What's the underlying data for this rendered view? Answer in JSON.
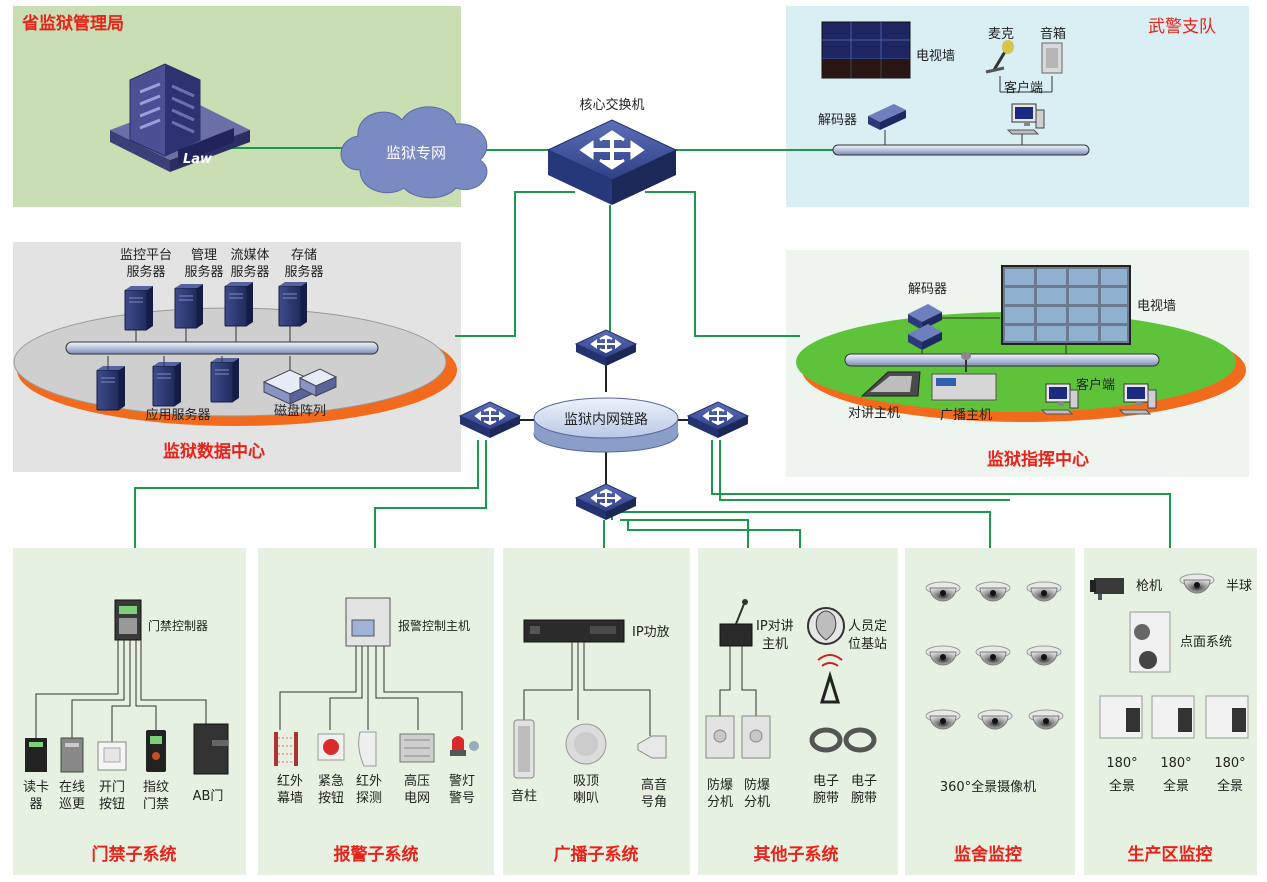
{
  "panels": {
    "province": "省监狱管理局",
    "police": "武警支队",
    "datacenter": "监狱数据中心",
    "command": "监狱指挥中心"
  },
  "network": {
    "private_net": "监狱专网",
    "core_switch": "核心交换机",
    "intranet": "监狱内网链路",
    "law_logo": "Law"
  },
  "police": {
    "video_wall": "电视墙",
    "decoder": "解码器",
    "mic": "麦克",
    "speaker": "音箱",
    "client": "客户端"
  },
  "datacenter": {
    "servers": [
      {
        "line1": "监控平台",
        "line2": "服务器"
      },
      {
        "line1": "管理",
        "line2": "服务器"
      },
      {
        "line1": "流媒体",
        "line2": "服务器"
      },
      {
        "line1": "存储",
        "line2": "服务器"
      }
    ],
    "app_server": "应用服务器",
    "disk_array": "磁盘阵列"
  },
  "command": {
    "decoder": "解码器",
    "video_wall": "电视墙",
    "client": "客户端",
    "intercom_host": "对讲主机",
    "broadcast_host": "广播主机"
  },
  "subsystems": {
    "access": {
      "title": "门禁子系统",
      "controller": "门禁控制器",
      "devices": [
        {
          "line1": "读卡",
          "line2": "器"
        },
        {
          "line1": "在线",
          "line2": "巡更"
        },
        {
          "line1": "开门",
          "line2": "按钮"
        },
        {
          "line1": "指纹",
          "line2": "门禁"
        },
        {
          "line1": "AB门",
          "line2": ""
        }
      ]
    },
    "alarm": {
      "title": "报警子系统",
      "controller": "报警控制主机",
      "devices": [
        {
          "line1": "红外",
          "line2": "幕墙"
        },
        {
          "line1": "紧急",
          "line2": "按钮"
        },
        {
          "line1": "红外",
          "line2": "探测"
        },
        {
          "line1": "高压",
          "line2": "电网"
        },
        {
          "line1": "警灯",
          "line2": "警号"
        }
      ]
    },
    "broadcast": {
      "title": "广播子系统",
      "amp": "IP功放",
      "devices": [
        {
          "line1": "音柱",
          "line2": ""
        },
        {
          "line1": "吸顶",
          "line2": "喇叭"
        },
        {
          "line1": "高音",
          "line2": "号角"
        }
      ]
    },
    "other": {
      "title": "其他子系统",
      "intercom_line1": "IP对讲",
      "intercom_line2": "主机",
      "locator_line1": "人员定",
      "locator_line2": "位基站",
      "devices": [
        {
          "line1": "防爆",
          "line2": "分机"
        },
        {
          "line1": "防爆",
          "line2": "分机"
        },
        {
          "line1": "电子",
          "line2": "腕带"
        },
        {
          "line1": "电子",
          "line2": "腕带"
        }
      ]
    },
    "cell": {
      "title": "监舍监控",
      "caption": "360°全景摄像机"
    },
    "production": {
      "title": "生产区监控",
      "gun_camera": "枪机",
      "dome": "半球",
      "point_system": "点面系统",
      "panoramas": [
        {
          "line1": "180°",
          "line2": "全景"
        },
        {
          "line1": "180°",
          "line2": "全景"
        },
        {
          "line1": "180°",
          "line2": "全景"
        }
      ]
    }
  },
  "colors": {
    "green_panel": "#c9dfb3",
    "blue_panel": "#d9eff3",
    "grey_panel": "#e3e3e3",
    "light_panel": "#eef5ee",
    "sub_panel": "#e6f1e2",
    "red_title": "#e8231b",
    "link_green": "#1a9a4a",
    "switch_blue": "#3a4e9a",
    "orange": "#f26b1d"
  }
}
